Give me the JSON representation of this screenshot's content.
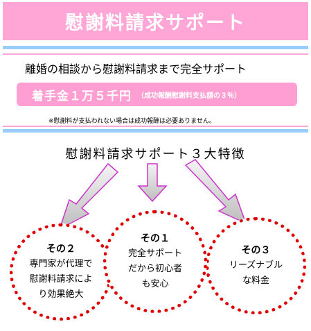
{
  "banner": {
    "title": "慰謝料請求サポート"
  },
  "intro": {
    "headline": "離婚の相談から慰謝料請求まで完全サポート",
    "fee_main": "着手金１万５千円",
    "fee_note": "（成功報酬慰謝料支払額の３％）",
    "footnote": "※慰謝料が支払われない場合は成功報酬は必要ありません。"
  },
  "features": {
    "title": "慰謝料請求サポート３大特徴",
    "items": [
      {
        "title": "その１",
        "lines": [
          "完全サポート",
          "だから初心者",
          "も安心"
        ]
      },
      {
        "title": "その２",
        "lines": [
          "専門家が代理で",
          "慰謝料請求によ",
          "り効果絶大"
        ]
      },
      {
        "title": "その３",
        "lines": [
          "リーズナブル",
          "な料金"
        ]
      }
    ]
  },
  "colors": {
    "pink": "#ffa6d6",
    "blue": "#99ccff",
    "dotted": "#e00000"
  }
}
